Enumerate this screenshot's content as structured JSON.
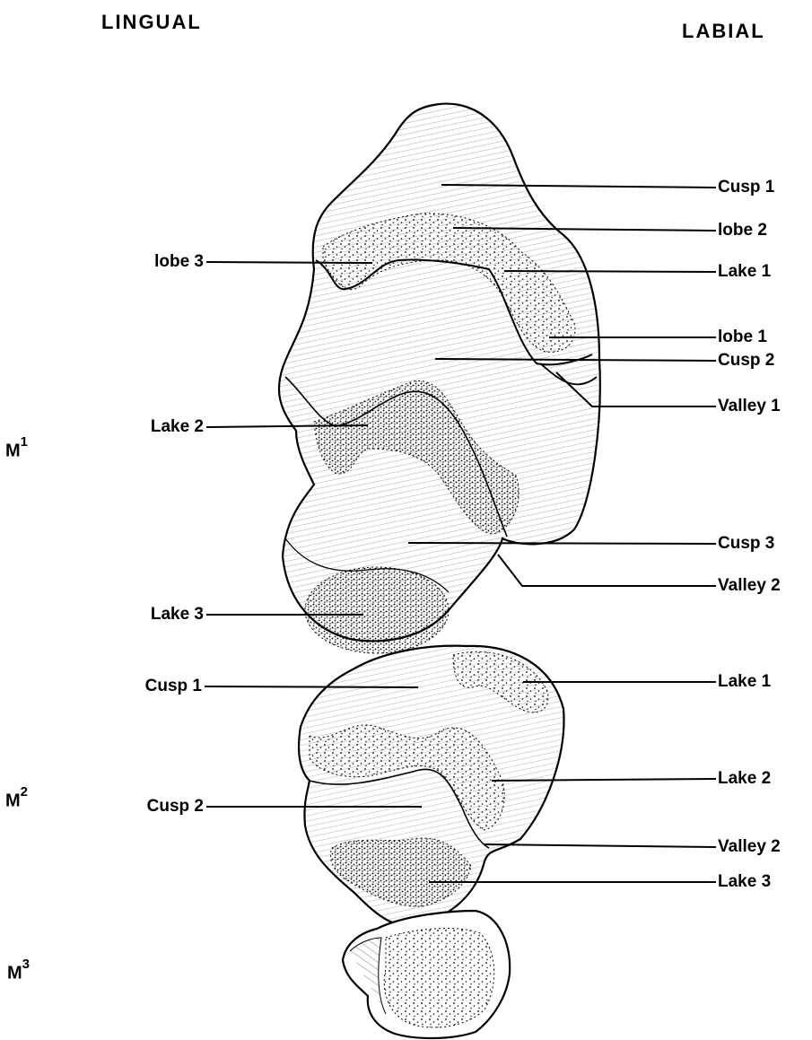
{
  "headers": {
    "left": "LINGUAL",
    "right": "LABIAL"
  },
  "molars": [
    {
      "letter": "M",
      "number": "1"
    },
    {
      "letter": "M",
      "number": "2"
    },
    {
      "letter": "M",
      "number": "3"
    }
  ],
  "labels": {
    "m1_cusp1": "Cusp 1",
    "m1_lobe2": "lobe 2",
    "m1_lobe3": "lobe 3",
    "m1_lake1": "Lake 1",
    "m1_lobe1": "lobe 1",
    "m1_cusp2": "Cusp 2",
    "m1_valley1": "Valley 1",
    "m1_lake2": "Lake 2",
    "m1_cusp3": "Cusp 3",
    "m1_valley2": "Valley 2",
    "m1_lake3": "Lake 3",
    "m2_cusp1": "Cusp 1",
    "m2_lake1": "Lake 1",
    "m2_lake2": "Lake 2",
    "m2_cusp2": "Cusp 2",
    "m2_valley2": "Valley 2",
    "m2_lake3": "Lake 3"
  }
}
